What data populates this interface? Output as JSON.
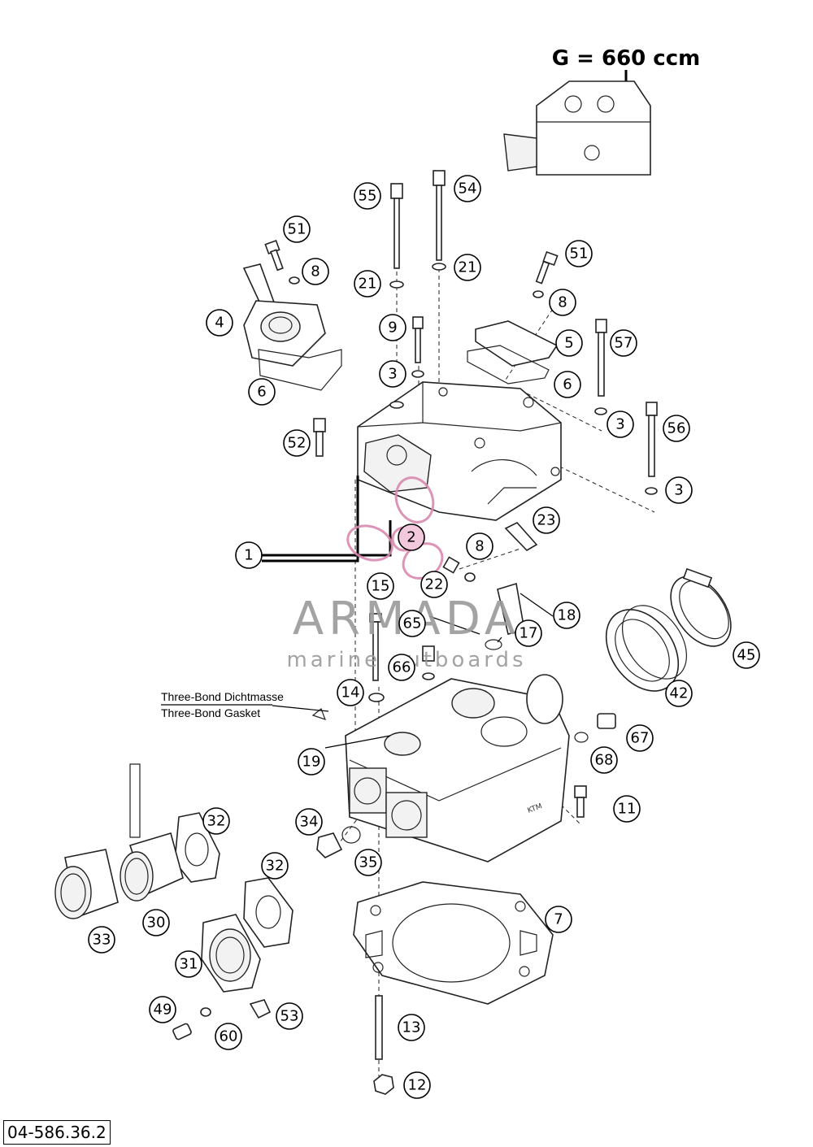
{
  "variant_label": "G = 660 ccm",
  "note": {
    "line1": "Three-Bond Dichtmasse",
    "line2": "Three-Bond Gasket"
  },
  "doc_number": "04-586.36.2",
  "watermark": {
    "brand": "ARMADA",
    "tagline": "marine outboards",
    "color": "#d98ab0"
  },
  "callouts": {
    "c1": "1",
    "c2": "2",
    "c3a": "3",
    "c3b": "3",
    "c3c": "3",
    "c4": "4",
    "c5": "5",
    "c6a": "6",
    "c6b": "6",
    "c7": "7",
    "c8a": "8",
    "c8b": "8",
    "c8c": "8",
    "c9": "9",
    "c11": "11",
    "c12": "12",
    "c13": "13",
    "c14": "14",
    "c15": "15",
    "c17": "17",
    "c18": "18",
    "c19": "19",
    "c21a": "21",
    "c21b": "21",
    "c22": "22",
    "c23": "23",
    "c30": "30",
    "c31": "31",
    "c32a": "32",
    "c32b": "32",
    "c33": "33",
    "c34": "34",
    "c35": "35",
    "c42": "42",
    "c45": "45",
    "c49": "49",
    "c51a": "51",
    "c51b": "51",
    "c52": "52",
    "c53": "53",
    "c54": "54",
    "c55": "55",
    "c56": "56",
    "c57": "57",
    "c60": "60",
    "c65": "65",
    "c66": "66",
    "c67": "67",
    "c68": "68"
  }
}
